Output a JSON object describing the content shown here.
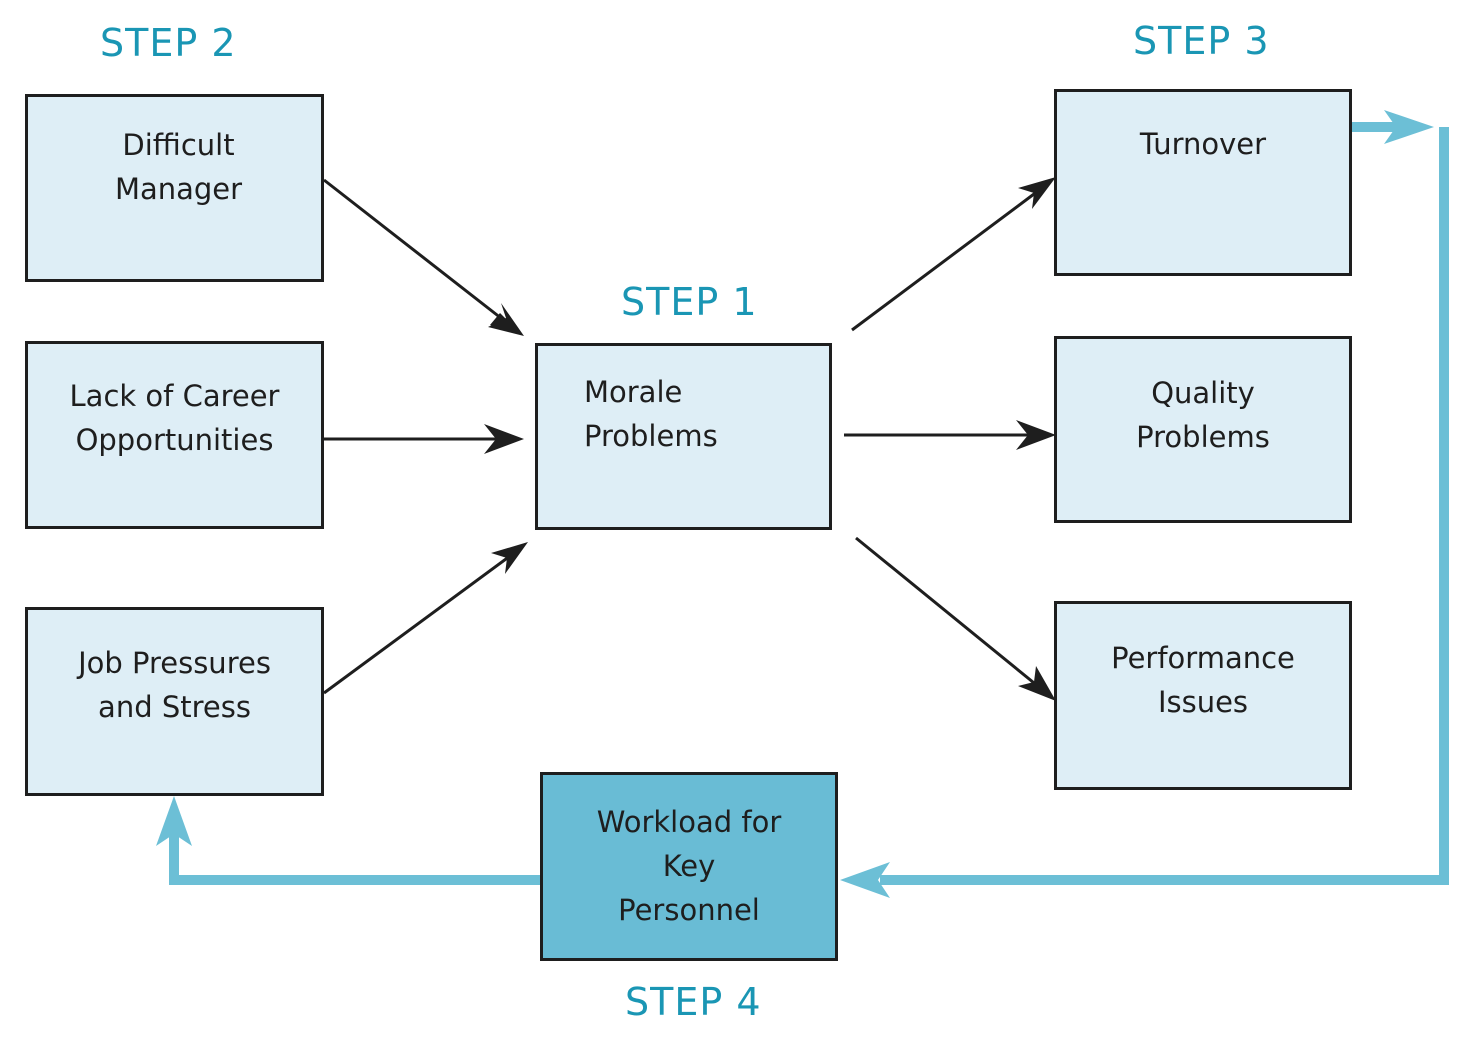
{
  "steps": {
    "step1": "STEP 1",
    "step2": "STEP 2",
    "step3": "STEP 3",
    "step4": "STEP 4"
  },
  "boxes": {
    "difficult_manager": [
      "Difficult",
      "Manager"
    ],
    "lack_of_career": [
      "Lack of Career",
      "Opportunities"
    ],
    "job_pressures": [
      "Job Pressures",
      "and Stress"
    ],
    "morale_problems": [
      "Morale",
      "Problems"
    ],
    "turnover": [
      "Turnover"
    ],
    "quality_problems": [
      "Quality",
      "Problems"
    ],
    "performance_issues": [
      "Performance",
      "Issues"
    ],
    "workload": [
      "Workload for",
      "Key",
      "Personnel"
    ]
  },
  "colors": {
    "step_text": "#1a96b4",
    "box_fill": "#deeef6",
    "box_fill_dark": "#69bcd5",
    "box_border": "#1e1e1e",
    "arrow_dark": "#1e1e1e",
    "arrow_feedback": "#6cbfd6"
  }
}
